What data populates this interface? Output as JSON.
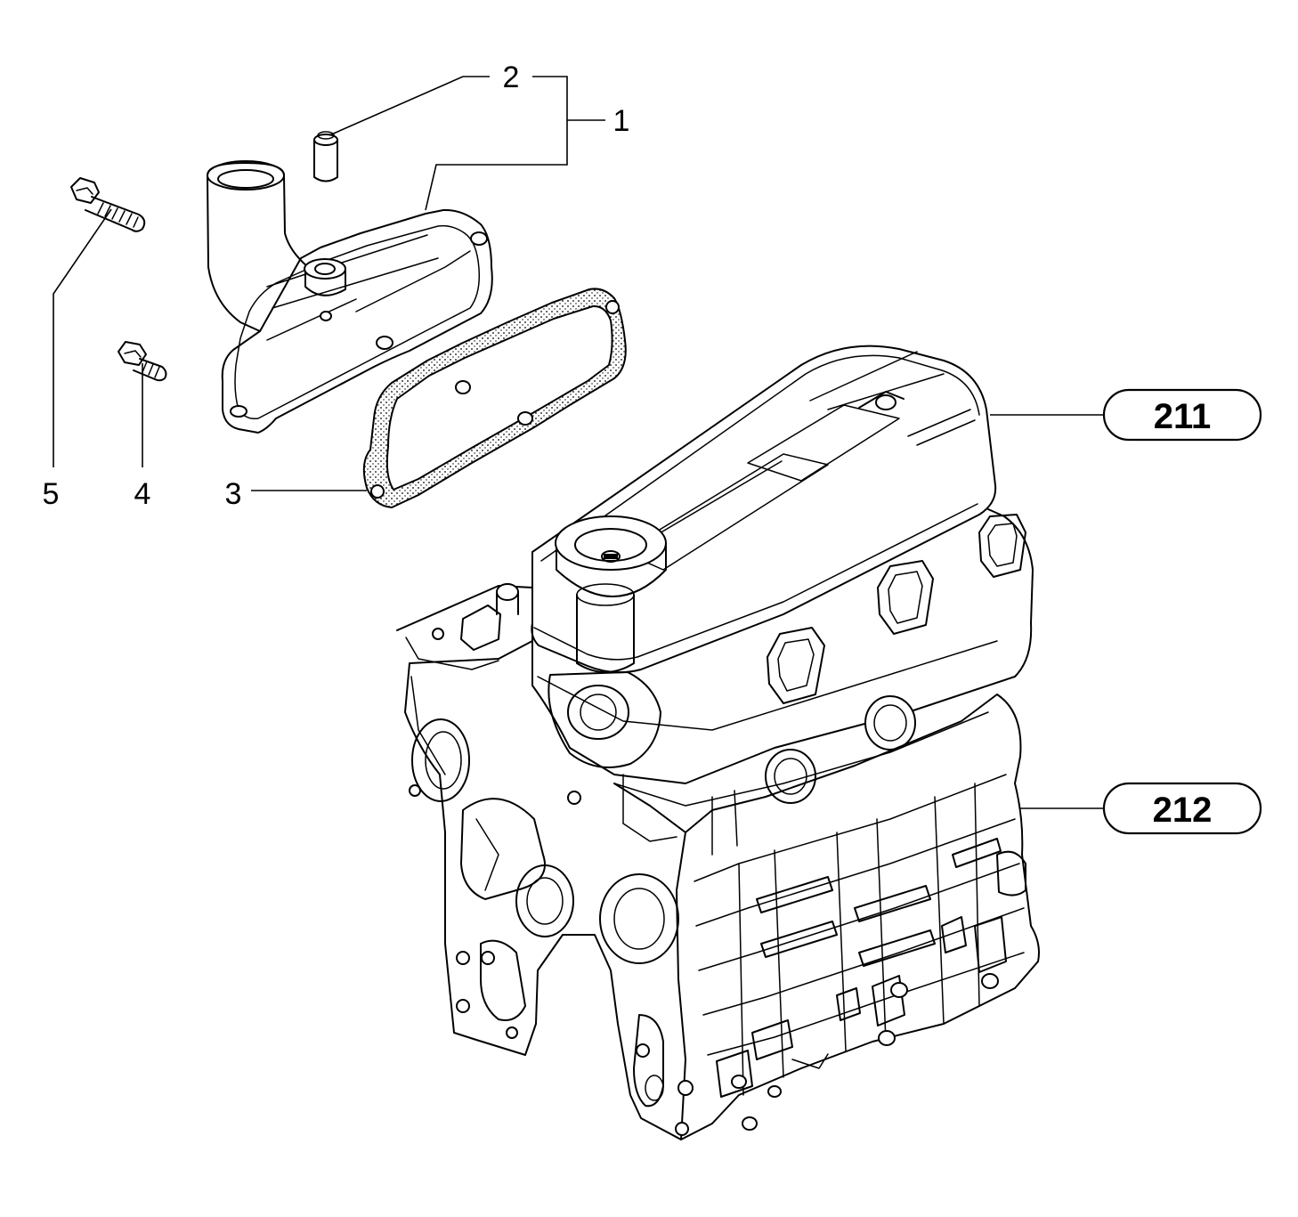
{
  "callouts": {
    "c1": "1",
    "c2": "2",
    "c3": "3",
    "c4": "4",
    "c5": "5"
  },
  "references": {
    "r211": "211",
    "r212": "212"
  }
}
